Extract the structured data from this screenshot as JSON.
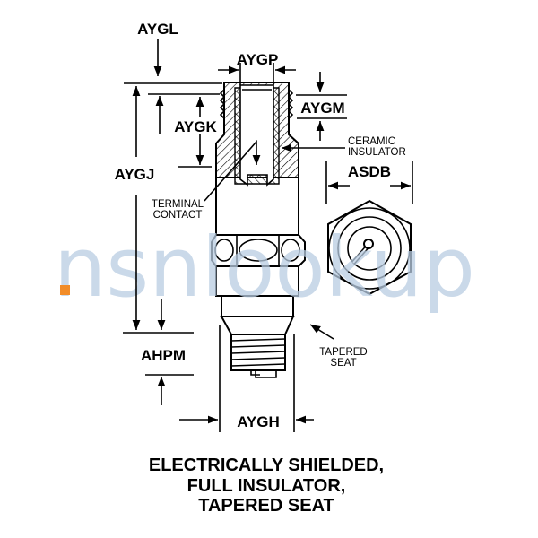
{
  "dimensions": {
    "aygl": "AYGL",
    "aygp": "AYGP",
    "aygm": "AYGM",
    "aygk": "AYGK",
    "aygj": "AYGJ",
    "asdb": "ASDB",
    "ahpm": "AHPM",
    "aygh": "AYGH"
  },
  "callouts": {
    "ceramic_insulator": [
      "CERAMIC",
      "INSULATOR"
    ],
    "terminal_contact": [
      "TERMINAL",
      "CONTACT"
    ],
    "tapered_seat": [
      "TAPERED",
      "SEAT"
    ]
  },
  "title": [
    "ELECTRICALLY SHIELDED,",
    "FULL INSULATOR,",
    "TAPERED SEAT"
  ],
  "watermark": {
    "text": "nsnlookup",
    "accent": "#f28c28",
    "color": "#b9cde2"
  }
}
